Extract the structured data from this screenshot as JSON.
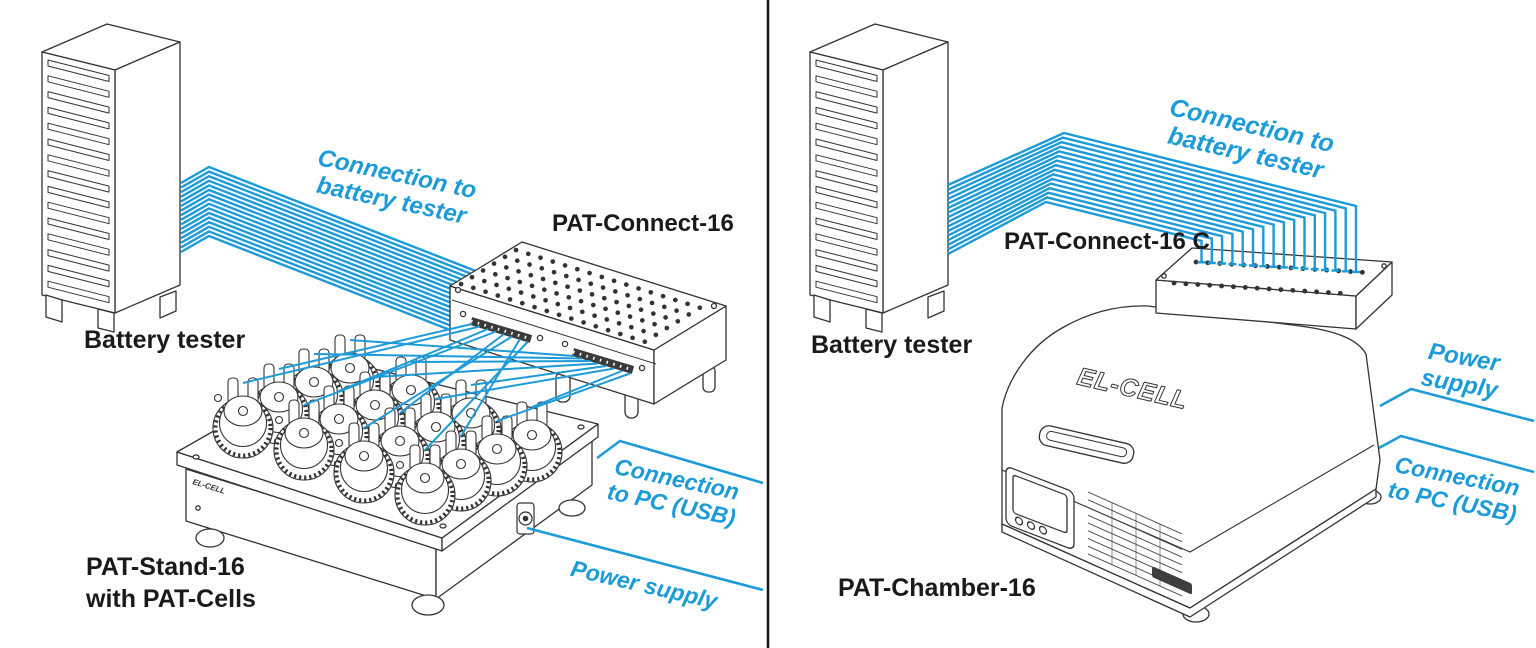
{
  "colors": {
    "accent_blue": "#1d9bd8",
    "line_art": "#333333",
    "text": "#1a1a1a",
    "divider": "#141414",
    "background": "#ffffff"
  },
  "left_diagram": {
    "battery_tester_label": "Battery tester",
    "cable_label_line1": "Connection to",
    "cable_label_line2": "battery tester",
    "connect_unit_label": "PAT-Connect-16",
    "stand_label_line1": "PAT-Stand-16",
    "stand_label_line2": "with PAT-Cells",
    "pc_label_line1": "Connection",
    "pc_label_line2": "to PC (USB)",
    "power_label": "Power supply",
    "stand_logo": "EL-CELL",
    "cable_count": 16,
    "cell_count": 16
  },
  "right_diagram": {
    "battery_tester_label": "Battery tester",
    "cable_label_line1": "Connection to",
    "cable_label_line2": "battery tester",
    "connect_unit_label": "PAT-Connect-16 C",
    "chamber_label": "PAT-Chamber-16",
    "power_label_line1": "Power",
    "power_label_line2": "supply",
    "pc_label_line1": "Connection",
    "pc_label_line2": "to PC (USB)",
    "chamber_logo": "EL-CELL",
    "cable_count": 16
  }
}
